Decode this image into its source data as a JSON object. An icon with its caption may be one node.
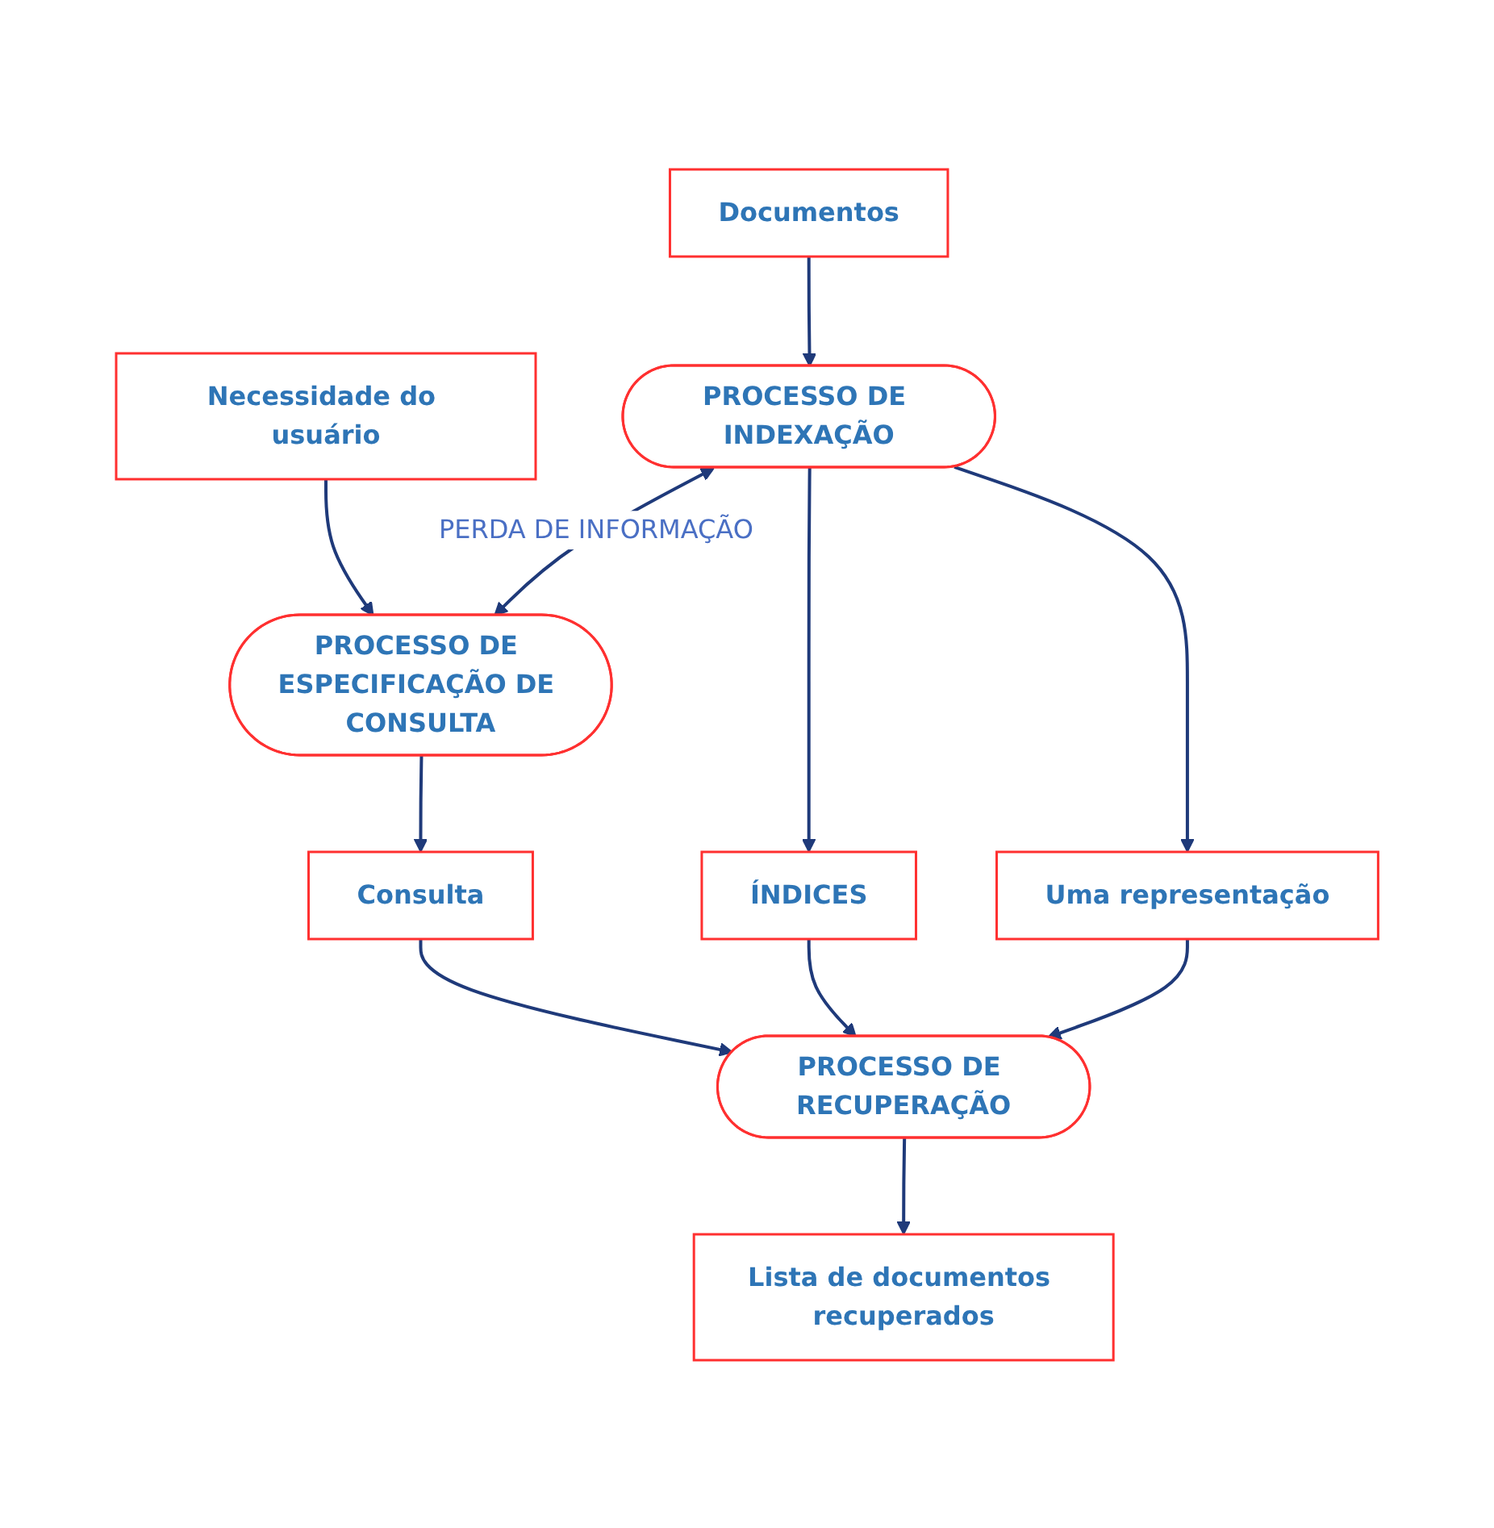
{
  "diagram": {
    "nodes": [
      {
        "text": [
          "Documentos"
        ]
      },
      {
        "text": [
          "Necessidade do usuário"
        ]
      },
      {
        "text": [
          "PROCESSO DE INDEXAÇÃO"
        ]
      },
      {
        "text": [
          "PROCESSO DE ESPECIFICAÇÃO DE CONSULTA"
        ]
      },
      {
        "text": [
          "ÍNDICES"
        ]
      },
      {
        "text": [
          "Uma representação"
        ]
      },
      {
        "text": [
          "Consulta"
        ]
      },
      {
        "text": [
          "PROCESSO DE RECUPERAÇÃO"
        ]
      },
      {
        "text": [
          "Lista de documentos recuperados"
        ]
      }
    ],
    "edges": [
      {
        "from": 0,
        "to": 2,
        "arrow": "to"
      },
      {
        "from": 1,
        "to": 3,
        "arrow": "to"
      },
      {
        "from": 2,
        "to": 3,
        "arrow": "both",
        "label": "PERDA DE INFORMAÇÃO"
      },
      {
        "from": 2,
        "to": 4,
        "arrow": "to"
      },
      {
        "from": 2,
        "to": 5,
        "arrow": "to"
      },
      {
        "from": 3,
        "to": 6,
        "arrow": "to"
      },
      {
        "from": 4,
        "to": 7,
        "arrow": "to"
      },
      {
        "from": 5,
        "to": 7,
        "arrow": "to"
      },
      {
        "from": 6,
        "to": 7,
        "arrow": "to"
      },
      {
        "from": 7,
        "to": 8,
        "arrow": "to"
      }
    ]
  }
}
